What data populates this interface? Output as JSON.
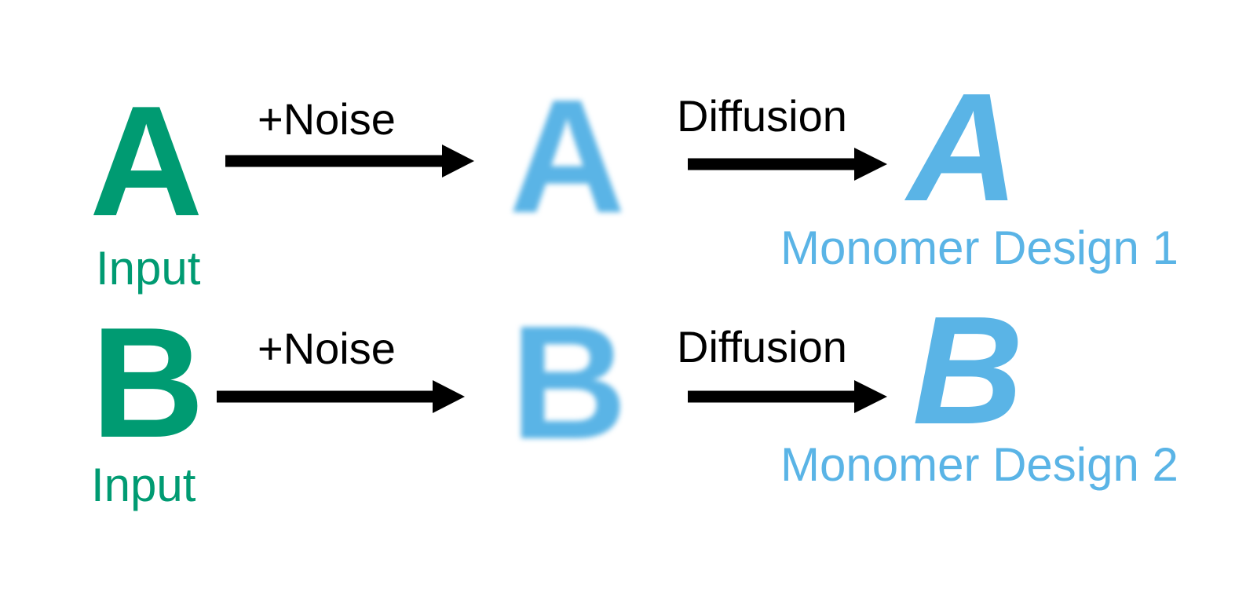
{
  "colors": {
    "input": "#009b72",
    "output": "#5ab4e6",
    "arrow": "#000000"
  },
  "rows": [
    {
      "input_letter": "A",
      "input_label": "Input",
      "noise_label": "+Noise",
      "noisy_letter": "A",
      "diffusion_label": "Diffusion",
      "output_letter": "A",
      "output_label": "Monomer Design 1"
    },
    {
      "input_letter": "B",
      "input_label": "Input",
      "noise_label": "+Noise",
      "noisy_letter": "B",
      "diffusion_label": "Diffusion",
      "output_letter": "B",
      "output_label": "Monomer Design 2"
    }
  ]
}
